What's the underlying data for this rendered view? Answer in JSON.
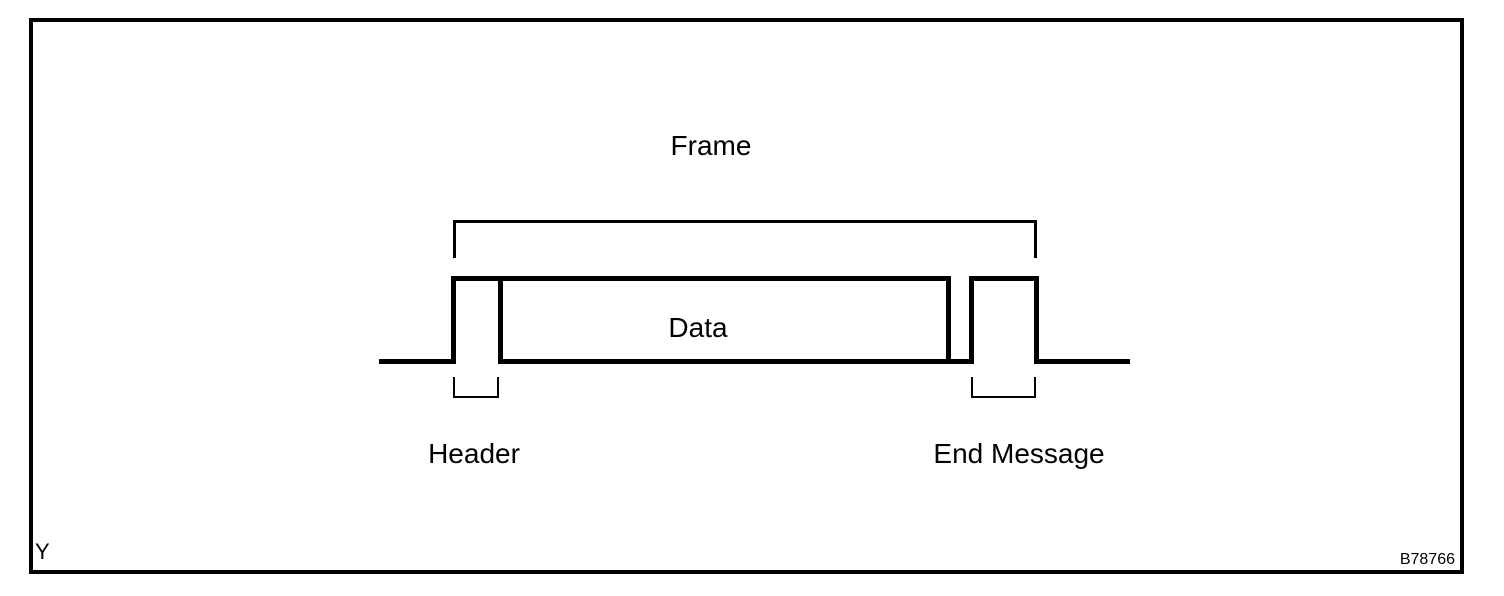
{
  "diagram": {
    "title": "Frame",
    "waveform": {
      "data_label": "Data",
      "header_label": "Header",
      "end_message_label": "End Message",
      "segments": [
        "Header",
        "Data",
        "End Message"
      ]
    },
    "footer": {
      "corner_mark": "Y",
      "figure_code": "B78766"
    },
    "colors": {
      "line": "#000000",
      "background": "#ffffff"
    }
  }
}
